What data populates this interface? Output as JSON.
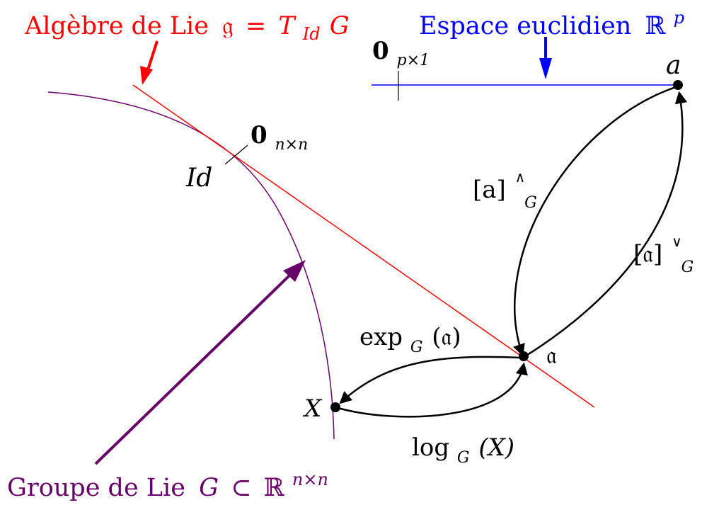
{
  "colors": {
    "lie_algebra": "#ff0000",
    "euclidean": "#0000ff",
    "lie_group": "#660066",
    "arrows": "#000000"
  },
  "labels": {
    "lie_algebra_title": "Algèbre de Lie",
    "lie_algebra_symbol": "𝔤",
    "lie_algebra_equals": "=",
    "lie_algebra_T": "T",
    "lie_algebra_T_sub": "Id",
    "lie_algebra_G": "G",
    "euclidean_title": "Espace euclidien",
    "euclidean_R": "ℝ",
    "euclidean_sup": "p",
    "zero_p": "0",
    "zero_p_sub": "p×1",
    "zero_n": "0",
    "zero_n_sub": "n×n",
    "id": "Id",
    "point_a": "a",
    "point_frak_a": "𝔞",
    "point_X": "X",
    "hat_bracket": "[a]",
    "hat_sup": "∧",
    "hat_sub": "G",
    "vee_bracket": "[𝔞]",
    "vee_sup": "∨",
    "vee_sub": "G",
    "exp_text": "exp",
    "exp_sub": "G",
    "exp_arg": "(𝔞)",
    "log_text": "log",
    "log_sub": "G",
    "log_arg": "(X)",
    "lie_group_title": "Groupe de Lie",
    "lie_group_G": "G",
    "lie_group_subset": "⊂",
    "lie_group_R": "ℝ",
    "lie_group_sup": "n×n"
  }
}
